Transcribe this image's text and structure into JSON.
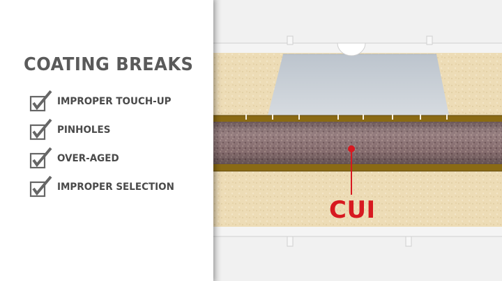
{
  "panel": {
    "title": "COATING BREAKS",
    "items": [
      {
        "label": "IMPROPER TOUCH-UP",
        "checked": true
      },
      {
        "label": "PINHOLES",
        "checked": true
      },
      {
        "label": "OVER-AGED",
        "checked": true
      },
      {
        "label": "IMPROPER SELECTION",
        "checked": true
      }
    ]
  },
  "diagram": {
    "callout_label": "CUI",
    "colors": {
      "insulation": "#ecdcb8",
      "jacket_band": "#8a6a14",
      "pipe": "#8a6e70",
      "support": "#c9cfd6",
      "callout": "#d71920"
    }
  }
}
